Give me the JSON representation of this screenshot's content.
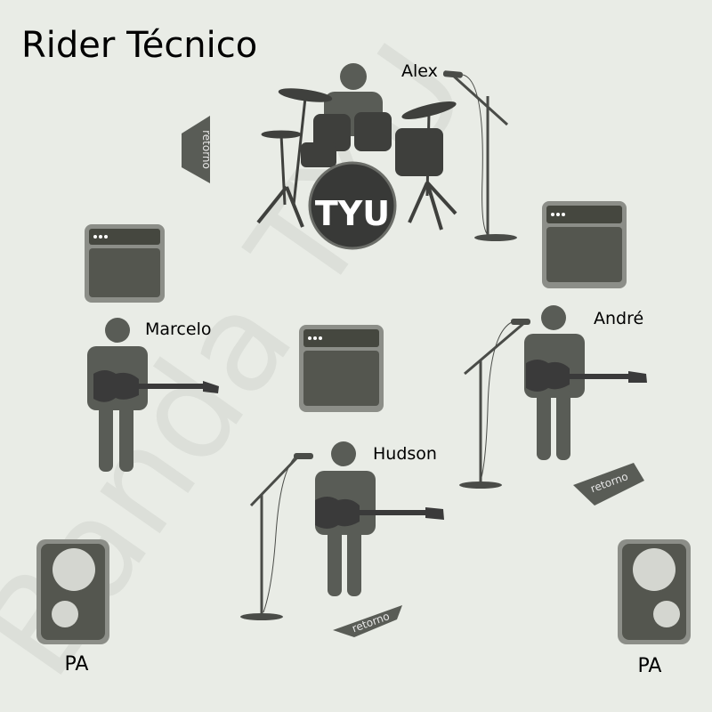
{
  "title": "Rider Técnico",
  "watermark": "Banda TYU",
  "drum_logo": "TYU",
  "musicians": {
    "drummer": "Alex",
    "bass": "Marcelo",
    "guitar_right": "André",
    "guitar_center": "Hudson"
  },
  "monitor_label": "retorno",
  "pa_label": "PA",
  "colors": {
    "background": "#e9ece6",
    "figure": "#595c56",
    "dark": "#3a3a3a",
    "amp_border": "#8c8e88",
    "amp_face": "#54564f"
  }
}
